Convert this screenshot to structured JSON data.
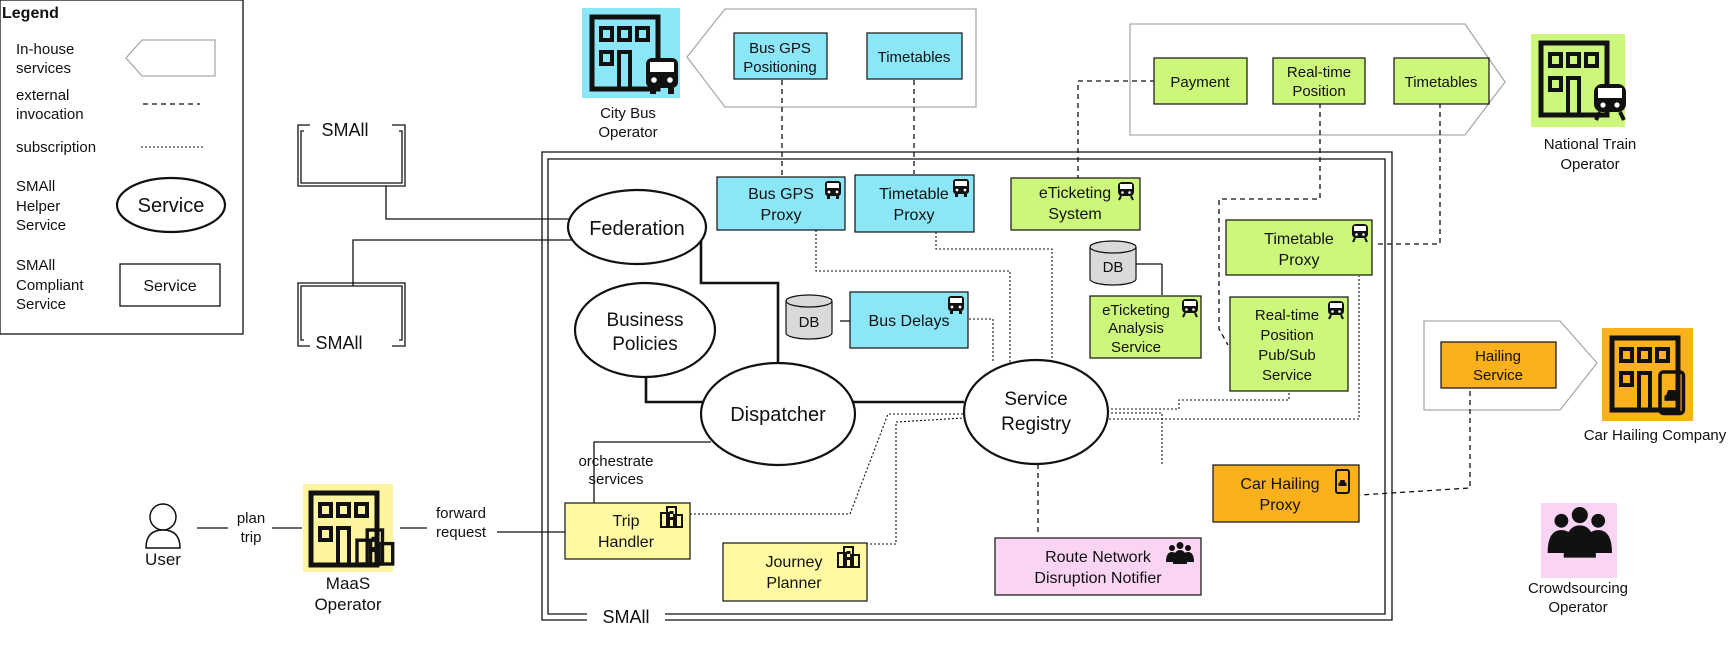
{
  "legend": {
    "title": "Legend",
    "in_house": [
      "In-house",
      "services"
    ],
    "external": [
      "external",
      "invocation"
    ],
    "subscription": "subscription",
    "helper": [
      "SMAll",
      "Helper",
      "Service"
    ],
    "helper_sample": "Service",
    "compliant": [
      "SMAll",
      "Compliant",
      "Service"
    ],
    "compliant_sample": "Service"
  },
  "small_nodes": {
    "top": "SMAll",
    "bottom": "SMAll",
    "main": "SMAll"
  },
  "operators": {
    "city_bus": [
      "City Bus",
      "Operator"
    ],
    "national_train": [
      "National Train",
      "Operator"
    ],
    "car_hailing": "Car Hailing Company",
    "crowdsourcing": [
      "Crowdsourcing",
      "Operator"
    ],
    "maas": [
      "MaaS",
      "Operator"
    ],
    "user": "User"
  },
  "external_services": {
    "bus_gps": [
      "Bus GPS",
      "Positioning"
    ],
    "bus_timetables": "Timetables",
    "payment": "Payment",
    "realtime_position": [
      "Real-time",
      "Position"
    ],
    "train_timetables": "Timetables",
    "hailing": [
      "Hailing",
      "Service"
    ]
  },
  "helper_services": {
    "federation": "Federation",
    "business_policies": [
      "Business",
      "Policies"
    ],
    "dispatcher": "Dispatcher",
    "service_registry": [
      "Service",
      "Registry"
    ]
  },
  "compliant_services": {
    "bus_gps_proxy": [
      "Bus GPS",
      "Proxy"
    ],
    "timetable_proxy_bus": [
      "Timetable",
      "Proxy"
    ],
    "eticketing_system": [
      "eTicketing",
      "System"
    ],
    "db1": "DB",
    "eticketing_analysis": [
      "eTicketing",
      "Analysis",
      "Service"
    ],
    "timetable_proxy_train": [
      "Timetable",
      "Proxy"
    ],
    "realtime_pubsub": [
      "Real-time",
      "Position",
      "Pub/Sub",
      "Service"
    ],
    "db2": "DB",
    "bus_delays": "Bus Delays",
    "car_hailing_proxy": [
      "Car Hailing",
      "Proxy"
    ],
    "route_network": [
      "Route Network",
      "Disruption Notifier"
    ],
    "trip_handler": [
      "Trip",
      "Handler"
    ],
    "journey_planner": [
      "Journey",
      "Planner"
    ]
  },
  "edge_labels": {
    "plan_trip": [
      "plan",
      "trip"
    ],
    "forward_request": [
      "forward",
      "request"
    ],
    "orchestrate": [
      "orchestrate",
      "services"
    ]
  },
  "colors": {
    "bus": "#8be6f7",
    "train": "#cdf77b",
    "hailing": "#fbb11c",
    "maas": "#fff5a0",
    "crowd": "#f9d4f3"
  }
}
